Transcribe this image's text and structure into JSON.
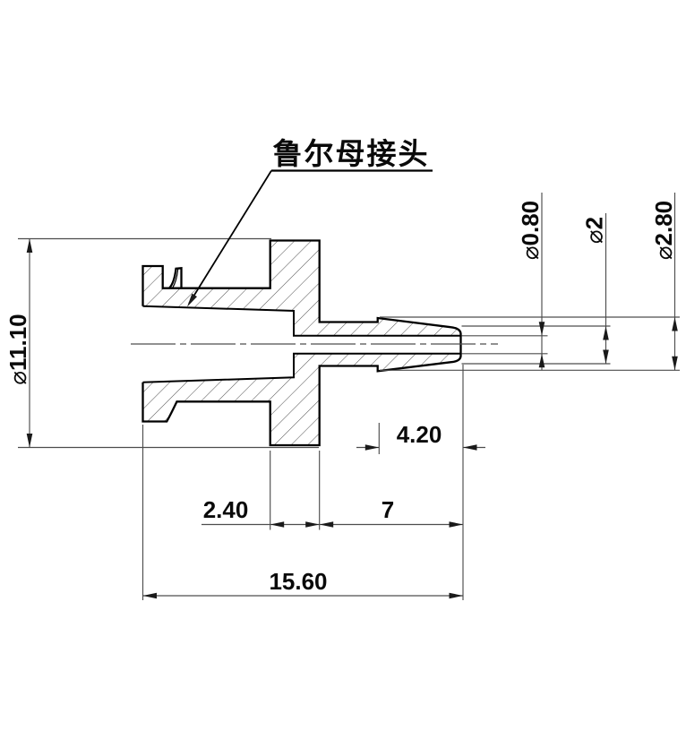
{
  "drawing": {
    "callout": "鲁尔母接头",
    "dimensions": {
      "d1110": {
        "symbol": "⌀",
        "value": "11.10"
      },
      "d080": {
        "symbol": "⌀",
        "value": "0.80"
      },
      "d2": {
        "symbol": "⌀",
        "value": "2"
      },
      "d280": {
        "symbol": "⌀",
        "value": "2.80"
      },
      "l420": {
        "value": "4.20"
      },
      "l240": {
        "value": "2.40"
      },
      "l7": {
        "value": "7"
      },
      "l1560": {
        "value": "15.60"
      }
    },
    "colors": {
      "background": "#ffffff",
      "outline": "#000000",
      "thin_line": "#4d4d4d",
      "text": "#0a0a0a"
    }
  }
}
